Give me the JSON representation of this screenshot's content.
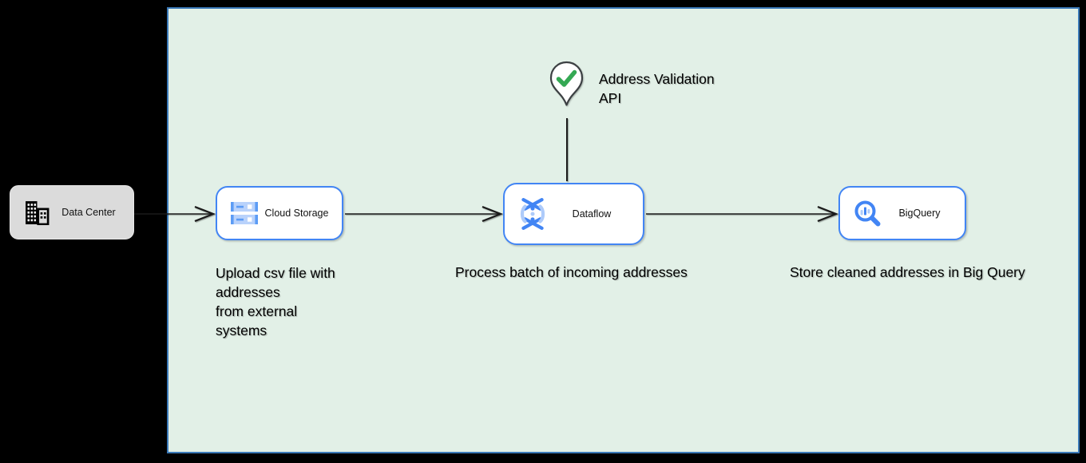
{
  "diagram": {
    "type": "gcp-architecture-flow",
    "colors": {
      "page_background": "#000000",
      "canvas_fill": "#e2f0e7",
      "canvas_border": "#3a79b8",
      "node_border_blue": "#4285f4",
      "gcp_blue": "#4285f4",
      "gcp_light_blue": "#aecbfa",
      "gcp_mid_blue": "#5c9cf5",
      "check_green": "#34a853",
      "pin_outline": "#3c4043",
      "data_center_fill": "#dbdbdb",
      "connector_stroke": "#1a1a1a"
    }
  },
  "nodes": {
    "data_center": {
      "label": "Data Center",
      "icon": "buildings-icon"
    },
    "cloud_storage": {
      "label": "Cloud Storage",
      "icon": "cloud-storage-icon"
    },
    "dataflow": {
      "label": "Dataflow",
      "icon": "dataflow-icon"
    },
    "bigquery": {
      "label": "BigQuery",
      "icon": "bigquery-icon"
    }
  },
  "api_marker": {
    "label": "Address Validation\nAPI",
    "icon": "location-pin-check-icon"
  },
  "captions": {
    "upload": "Upload csv file with\naddresses\nfrom external\nsystems",
    "process": "Process batch of incoming addresses",
    "store": "Store cleaned addresses in Big Query"
  },
  "connectors": [
    {
      "from": "data_center",
      "to": "cloud_storage",
      "style": "open-arrow"
    },
    {
      "from": "cloud_storage",
      "to": "dataflow",
      "style": "open-arrow"
    },
    {
      "from": "dataflow",
      "to": "bigquery",
      "style": "open-arrow"
    },
    {
      "from": "address_validation_api",
      "to": "dataflow",
      "style": "plain-line"
    }
  ]
}
